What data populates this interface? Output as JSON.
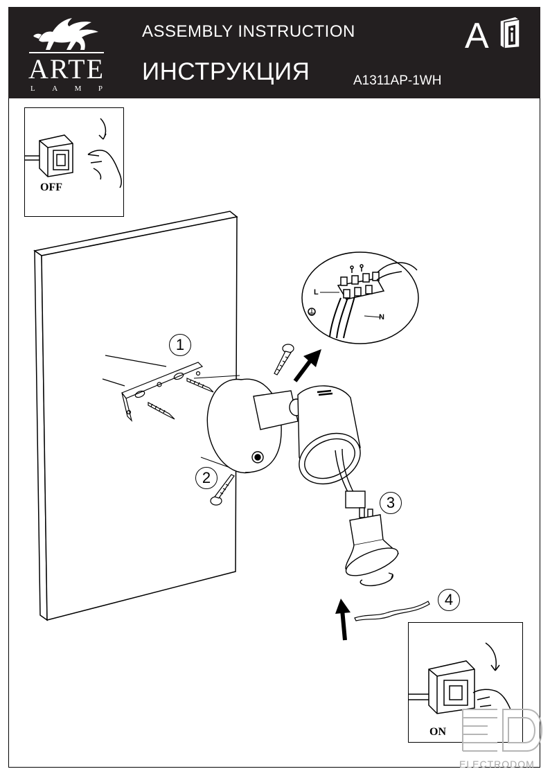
{
  "header": {
    "brand": "ARTE",
    "brand_sub": [
      "L",
      "A",
      "M",
      "P"
    ],
    "title_en": "ASSEMBLY INSTRUCTION",
    "title_ru": "ИНСТРУКЦИЯ",
    "model": "A1311AP-1WH",
    "language": "A"
  },
  "switches": {
    "off_label": "OFF",
    "on_label": "ON"
  },
  "steps": [
    "1",
    "2",
    "3",
    "4"
  ],
  "wiring": {
    "live_label": "L",
    "neutral_label": "N"
  },
  "watermark": {
    "text": "ELECTRODOM"
  },
  "colors": {
    "header_bg": "#231f20",
    "header_text": "#ffffff",
    "line": "#000000",
    "watermark": "#a7a7a7"
  }
}
